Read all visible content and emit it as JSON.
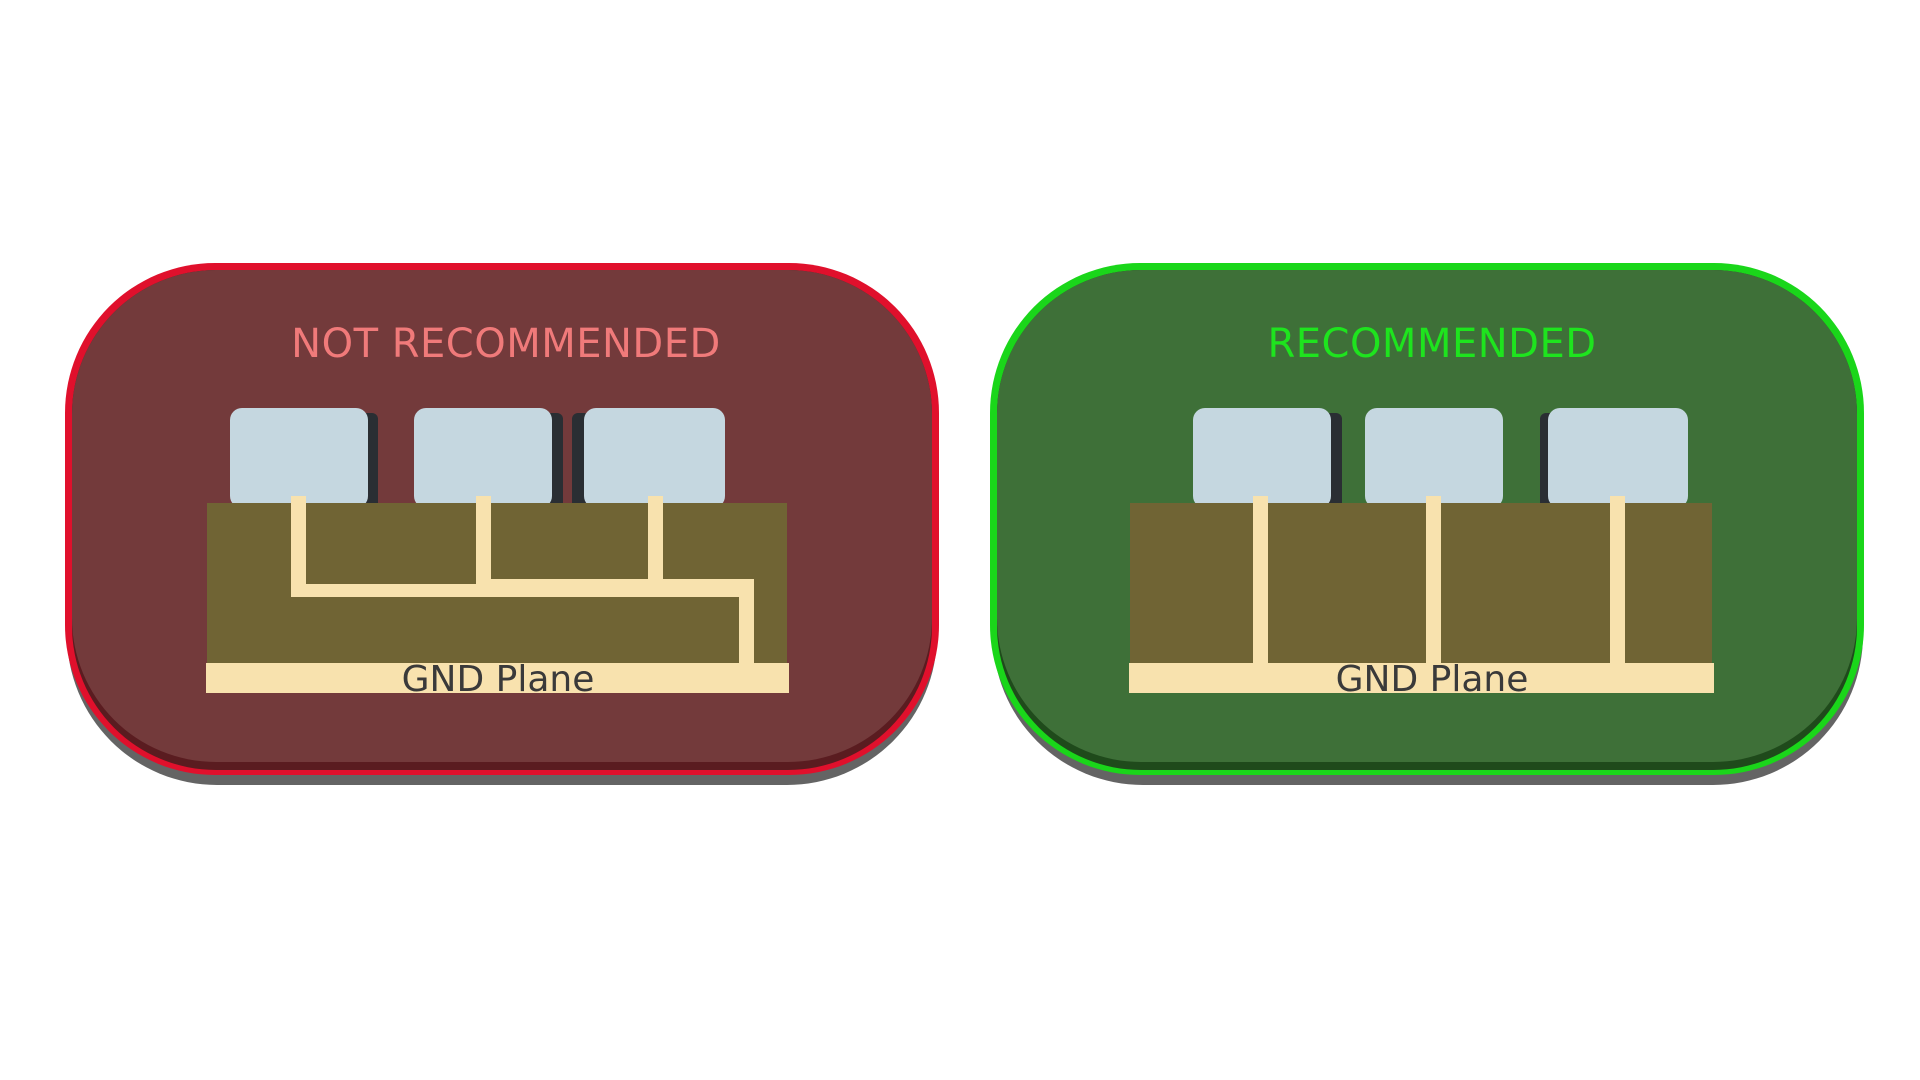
{
  "left_panel": {
    "title": "NOT RECOMMENDED",
    "ground_label": "GND Plane",
    "border_color": "#e0102c",
    "fill_color": "#733a3b",
    "title_color": "#f07a7a"
  },
  "right_panel": {
    "title": "RECOMMENDED",
    "ground_label": "GND Plane",
    "border_color": "#1ad61a",
    "fill_color": "#3e7038",
    "title_color": "#1ee41e"
  },
  "colors": {
    "pad": "#c5d7e0",
    "board": "#706434",
    "trace": "#f8e2ae",
    "shadow": "#6a6a6a"
  }
}
